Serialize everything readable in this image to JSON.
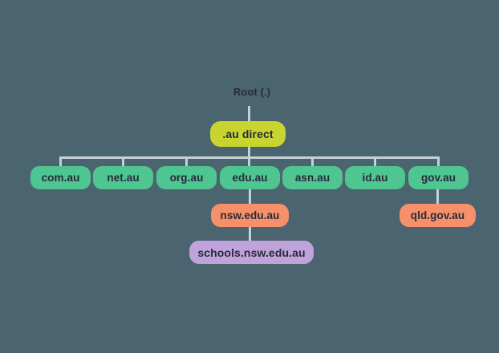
{
  "palette": {
    "background": "#4A6570",
    "connector": "#C5D1D3",
    "text_dark": "#272B3A",
    "node_green": "#4FC591",
    "node_yellow": "#CAD42E",
    "node_orange": "#F6906A",
    "node_purple": "#BFA3DA"
  },
  "diagram": {
    "root": {
      "label": "Root (.)"
    },
    "au_direct": {
      "label": ".au direct"
    },
    "second_level": [
      {
        "label": "com.au"
      },
      {
        "label": "net.au"
      },
      {
        "label": "org.au"
      },
      {
        "label": "edu.au"
      },
      {
        "label": "asn.au"
      },
      {
        "label": "id.au"
      },
      {
        "label": "gov.au"
      }
    ],
    "third_level": [
      {
        "label": "nsw.edu.au",
        "parent": "edu.au"
      },
      {
        "label": "qld.gov.au",
        "parent": "gov.au"
      }
    ],
    "fourth_level": [
      {
        "label": "schools.nsw.edu.au",
        "parent": "nsw.edu.au"
      }
    ]
  }
}
